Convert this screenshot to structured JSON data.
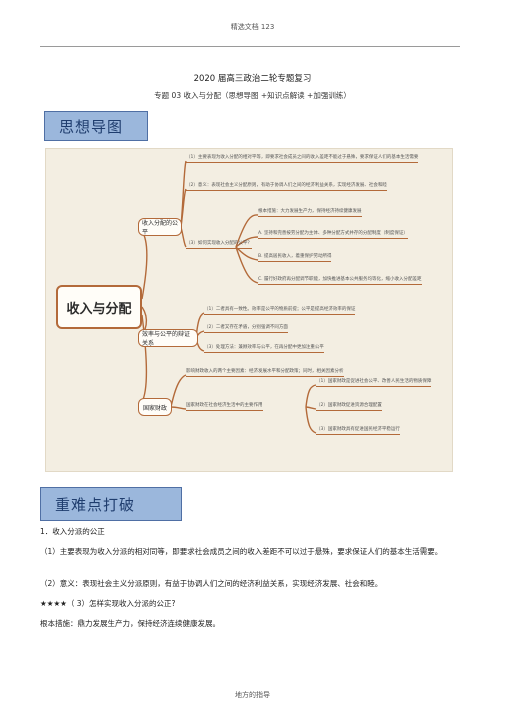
{
  "header": {
    "text": "精选文档   123"
  },
  "title": "2020 届高三政治二轮专题复习",
  "subtitle": "专题 03  收入与分配（思想导图      +知识点解读   +加强训练）",
  "section1": {
    "label": "思想导图"
  },
  "mindmap": {
    "root": "收入与分配",
    "branches": [
      {
        "label": "收入分配的公平"
      },
      {
        "label": "效率与公平的辩证关系"
      },
      {
        "label": "国家财政"
      }
    ],
    "leaves": [
      "（1）主要表现为收入分配的相对平等，即要求社会成员之间的收入差距不能过于悬殊，要求保证人们的基本生活需要",
      "（2）意义：表现社会主义分配原则，有助于协调人们之间的经济利益关系，实现经济发展、社会和睦",
      "根本措施：大力发展生产力，保持经济持续健康发展",
      "A. 坚持和完善按劳分配为主体、多种分配方式并存的分配制度（制度保证）",
      "B. 提高居民收入，着重保护劳动所得",
      "C. 履行好政府再分配调节职能，加快推进基本公共服务均等化，缩小收入分配差距",
      "（3）如何实现收入分配的公平？",
      "（1）二者具有一致性。效率是公平的物质前提；公平是提高经济效率的保证",
      "（2）二者又存在矛盾，分别强调不同方面",
      "（3）处理方法：兼顾效率与公平，在再分配中更加注重公平",
      "影响财政收入的两个主要因素：经济发展水平和分配政策；同时，相关因素分析",
      "（1）国家财政是促进社会公平、改善人民生活的物质保障",
      "国家财政在社会经济生活中的主要作用",
      "（2）国家财政促进资源合理配置",
      "（3）国家财政具有促进国民经济平稳运行"
    ]
  },
  "section2": {
    "label": "重难点打破"
  },
  "body": {
    "p1": "1．收入分派的公正",
    "p2": "（1）主要表现为收入分派的相对同等，即要求社会成员之间的收入差距不可以过于悬殊，要求保证人们的基本生活需要。",
    "p3": "（2）意义：表现社会主义分派原则，有益于协调人们之间的经济利益关系，实现经济发展、社会和睦。",
    "p4": "★★★★（  3）怎样实现收入分派的公正?",
    "p5": "根本措施：鼎力发展生产力，保持经济连续健康发展。"
  },
  "footer": {
    "text": "地方的指导"
  }
}
